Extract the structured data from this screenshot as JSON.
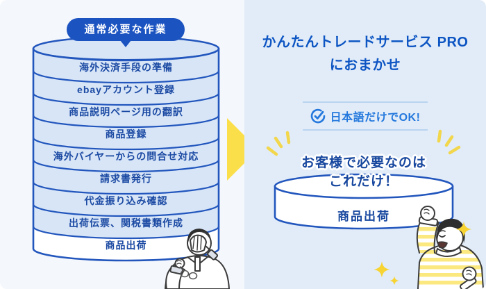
{
  "left_panel": {
    "badge_label": "通常必要な作業",
    "tasks": [
      "海外決済手段の準備",
      "ebayアカウント登録",
      "商品説明ページ用の翻訳",
      "商品登録",
      "海外バイヤーからの問合せ対応",
      "請求書発行",
      "代金振り込み確認",
      "出荷伝票、関税書類作成",
      "商品出荷"
    ]
  },
  "right_panel": {
    "title_line1": "かんたんトレードサービス PRO",
    "title_line2": "におまかせ",
    "feature_label": "日本語だけでOK!",
    "callout_line1": "お客様で必要なのは",
    "callout_line2": "これだけ！",
    "task_label": "商品出荷"
  },
  "icons": {
    "check_circle": "open circle with check mark",
    "arrow_right": "solid yellow right-pointing triangle",
    "sparkles": "four-point star sparkles",
    "emphasis_marks": "yellow radiating excitement strokes"
  },
  "colors": {
    "accent_blue": "#1b53c1",
    "cylinder_fill": "#d7e5f7",
    "cylinder_stroke": "#2256bd",
    "text_navy": "#1c4aa3",
    "title_blue": "#0d55c3",
    "bright_blue": "#2478dd",
    "divider_blue": "#b9d4f0",
    "arrow_yellow": "#fbdf4a",
    "stripe_yellow": "#fbe97f",
    "sparkle_yellow": "#f7d434",
    "left_bg": "#f4f7fb",
    "right_bg": "#e1ecf8"
  }
}
